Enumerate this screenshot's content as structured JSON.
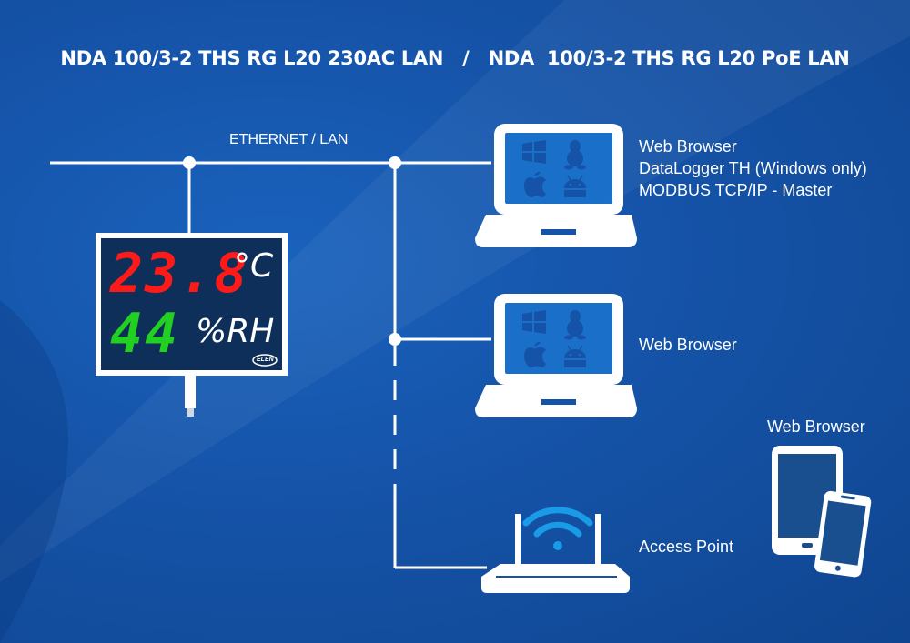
{
  "title": "NDA 100/3-2 THS RG L20 230AC LAN   /   NDA  100/3-2 THS RG L20 PoE LAN",
  "network_label": "ETHERNET / LAN",
  "display": {
    "temperature_value": "23.8",
    "temperature_unit": "°C",
    "humidity_value": "44",
    "humidity_unit": "%RH",
    "brand": "ELEN",
    "colors": {
      "temperature": "#ff1a1a",
      "humidity": "#22d022",
      "panel": "#0d2f59"
    }
  },
  "laptop_1": {
    "os_icons": [
      "windows-icon",
      "linux-tux-icon",
      "apple-icon",
      "android-icon"
    ],
    "labels": [
      "Web Browser",
      "DataLogger TH (Windows only)",
      "MODBUS TCP/IP - Master"
    ]
  },
  "laptop_2": {
    "os_icons": [
      "windows-icon",
      "linux-tux-icon",
      "apple-icon",
      "android-icon"
    ],
    "labels": [
      "Web Browser"
    ]
  },
  "access_point": {
    "label": "Access Point",
    "icon": "wifi-router-icon"
  },
  "mobile": {
    "label": "Web Browser",
    "icons": [
      "tablet-icon",
      "smartphone-icon"
    ]
  },
  "colors": {
    "background": "#1553a8",
    "line": "#ffffff",
    "screen": "#1a6fc9"
  }
}
